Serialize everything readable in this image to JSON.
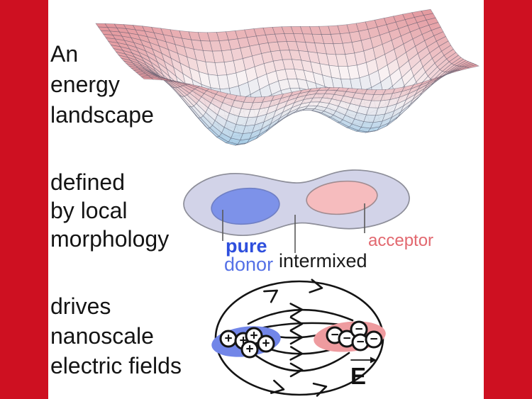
{
  "page": {
    "background": "#ffffff",
    "side_bar_color": "#ce1021"
  },
  "sections": {
    "energy_landscape": {
      "caption_lines": [
        "An",
        "energy",
        "landscape"
      ],
      "surface": {
        "type": "3d-wireframe-double-well",
        "wells": 2,
        "top_color": "#dd7e85",
        "mid_color": "#f8f0f1",
        "well_color": "#98c7e5",
        "mesh_color": "rgba(75,80,100,0.5)"
      }
    },
    "morphology": {
      "caption_lines": [
        "defined",
        "by local",
        "morphology"
      ],
      "labels": {
        "pure": "pure",
        "donor": "donor",
        "intermixed": "intermixed",
        "acceptor": "acceptor"
      },
      "colors": {
        "blend_fill": "#d2d3e8",
        "donor_fill": "#7d92e9",
        "acceptor_fill": "#f6bcbe",
        "pure_text": "#2e4fdd",
        "donor_text": "#5571e6",
        "intermixed_text": "#1a1a1a",
        "acceptor_text": "#e2686f"
      }
    },
    "electric_fields": {
      "caption_lines": [
        "drives",
        "nanoscale",
        "electric fields"
      ],
      "e_label": "E",
      "positive_symbol": "+",
      "negative_symbol": "−",
      "positive_color": "#7286e8",
      "negative_color": "#ee9b9f",
      "line_color": "#141414",
      "positive_charges": [
        [
          322,
          478
        ],
        [
          343,
          481
        ],
        [
          358,
          474
        ],
        [
          352,
          493
        ],
        [
          375,
          485
        ]
      ],
      "negative_charges": [
        [
          472,
          473
        ],
        [
          489,
          478
        ],
        [
          506,
          465
        ],
        [
          508,
          483
        ],
        [
          527,
          479
        ]
      ]
    }
  }
}
